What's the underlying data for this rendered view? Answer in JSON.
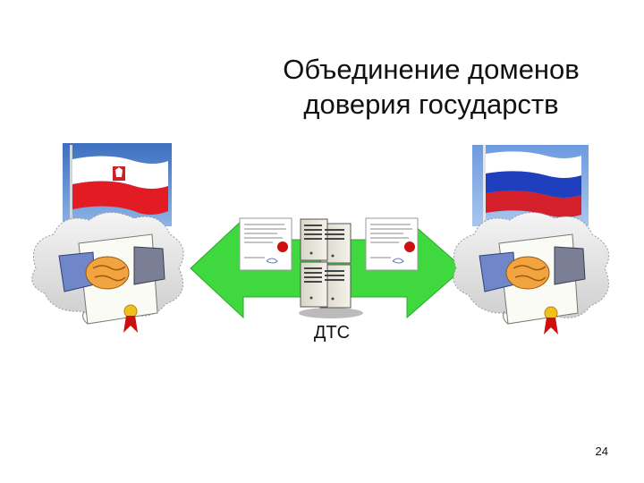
{
  "slide": {
    "title_line1": "Объединение доменов",
    "title_line2": "доверия государств",
    "dts_label": "ДТС",
    "page_number": "24"
  },
  "icons": {
    "left_flag": "poland-flag-icon",
    "right_flag": "russia-flag-icon",
    "left_handshake": "handshake-certificate-icon",
    "right_handshake": "handshake-certificate-icon",
    "server": "server-stack-icon",
    "arrow": "double-arrow-icon",
    "documents": "certificate-document-icon"
  },
  "colors": {
    "arrow_green": "#3fd83f",
    "poland_red": "#e31b23",
    "russia_blue": "#1f3fbf",
    "russia_red": "#d3202a",
    "sky": "#5a8fd6",
    "seal_red": "#cc1010"
  }
}
